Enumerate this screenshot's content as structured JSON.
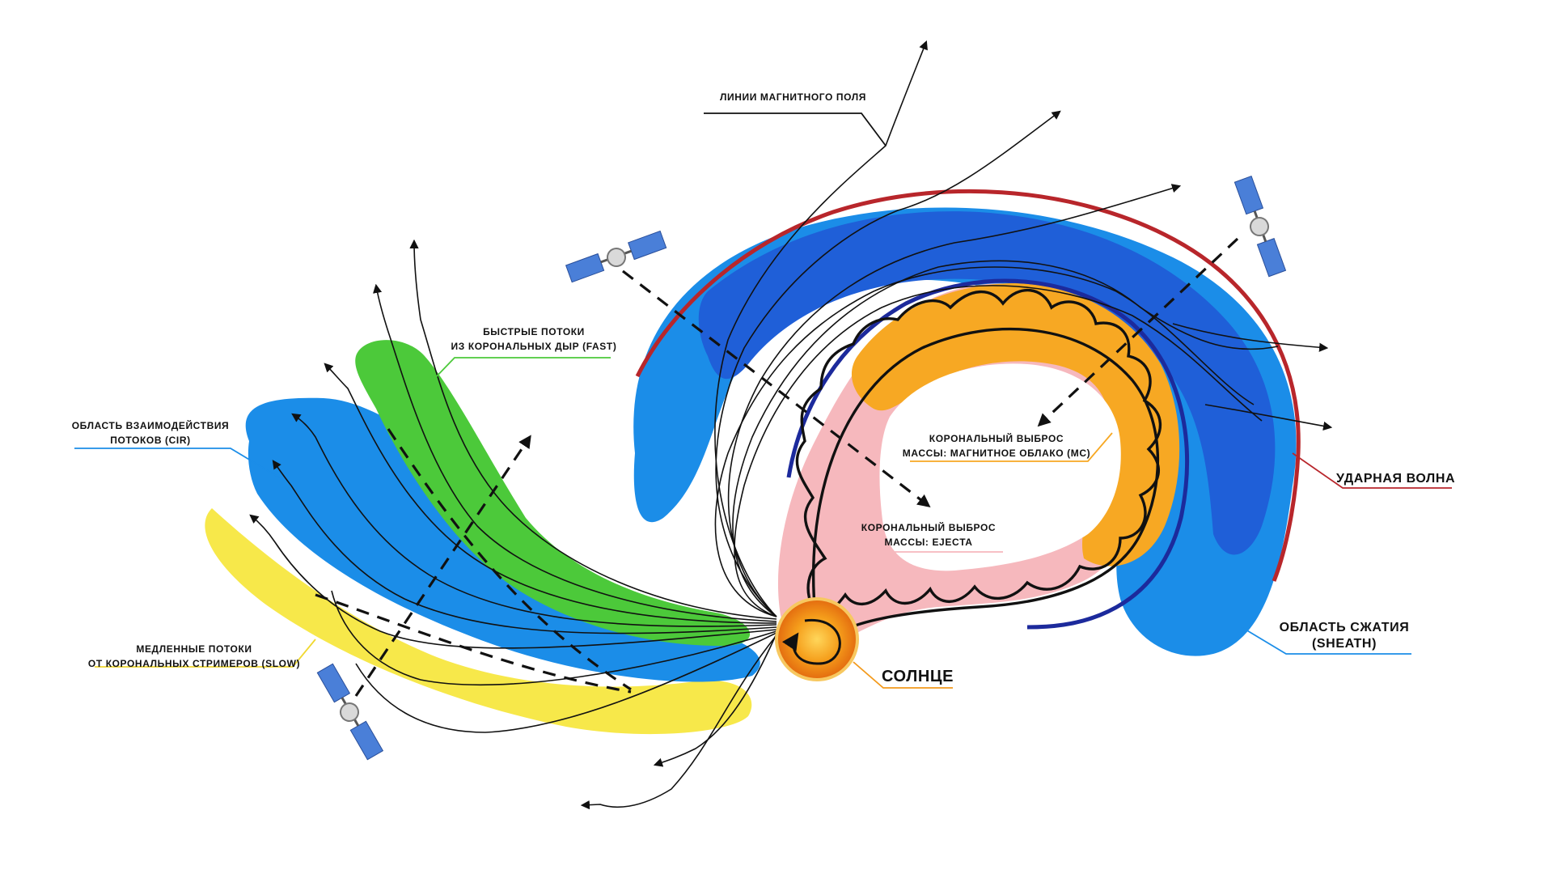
{
  "diagram": {
    "labels": {
      "magnetic_field_lines": "ЛИНИИ МАГНИТНОГО ПОЛЯ",
      "fast_line1": "БЫСТРЫЕ ПОТОКИ",
      "fast_line2": "ИЗ КОРОНАЛЬНЫХ ДЫР (FAST)",
      "cir_line1": "ОБЛАСТЬ ВЗАИМОДЕЙСТВИЯ",
      "cir_line2": "ПОТОКОВ (CIR)",
      "slow_line1": "МЕДЛЕННЫЕ ПОТОКИ",
      "slow_line2": "ОТ КОРОНАЛЬНЫХ СТРИМЕРОВ (SLOW)",
      "mc_line1": "КОРОНАЛЬНЫЙ ВЫБРОС",
      "mc_line2": "МАССЫ: МАГНИТНОЕ ОБЛАКО (MC)",
      "ejecta_line1": "КОРОНАЛЬНЫЙ ВЫБРОС",
      "ejecta_line2": "МАССЫ: EJECTA",
      "shock": "УДАРНАЯ ВОЛНА",
      "sheath_line1": "ОБЛАСТЬ СЖАТИЯ",
      "sheath_line2": "(SHEATH)",
      "sun": "СОЛНЦЕ"
    },
    "colors": {
      "fast_stream": "#4cc93a",
      "cir": "#1b8de8",
      "slow_stream": "#f7e84a",
      "sheath": "#1f6fe0",
      "sheath_dark": "#1a4fd0",
      "shock": "#b8262b",
      "magnetic_cloud": "#f7a823",
      "ejecta": "#f6b8bd",
      "sun": "#f39a1c",
      "cme_boundary": "#1c2a9c"
    }
  }
}
